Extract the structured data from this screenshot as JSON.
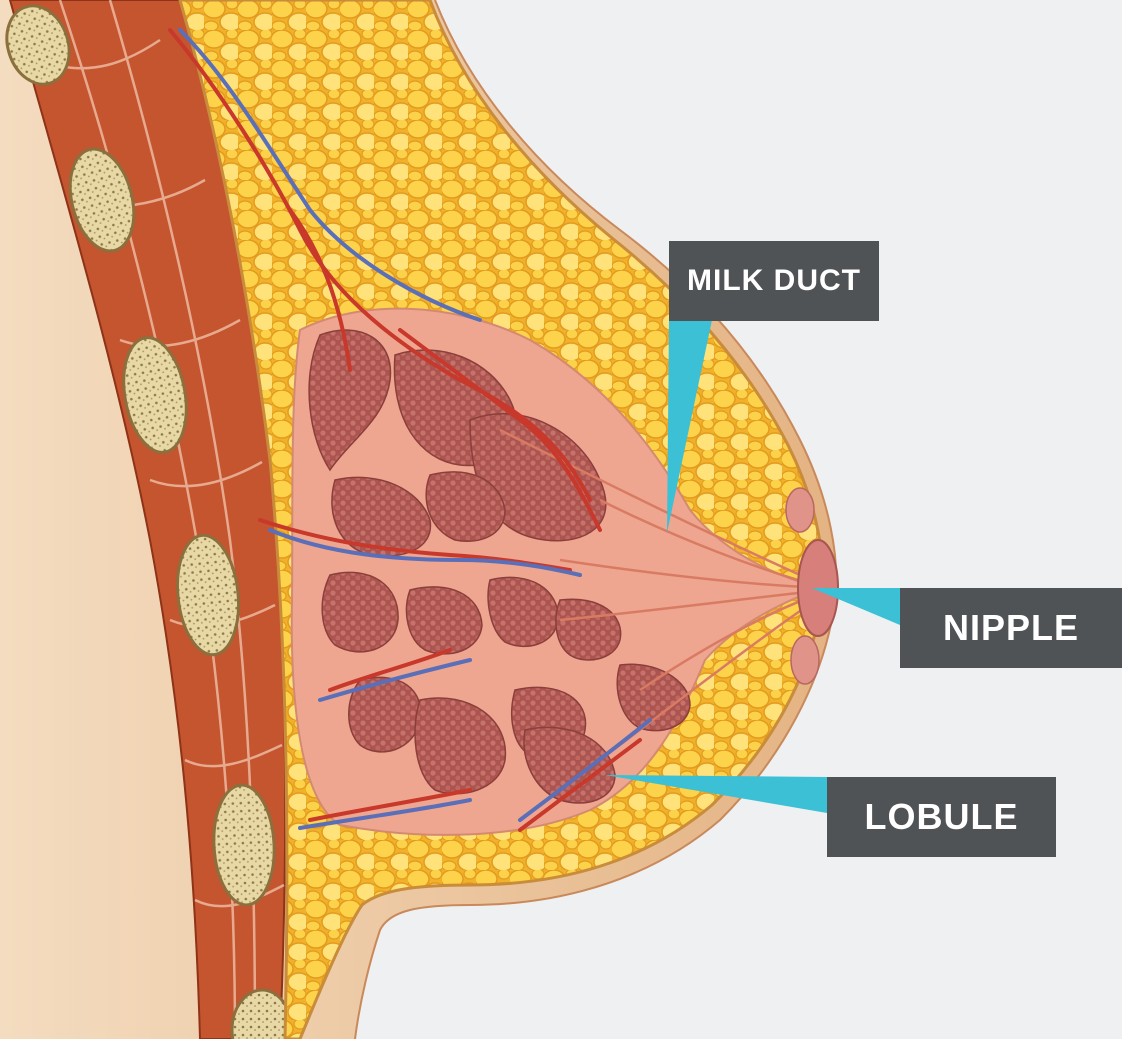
{
  "figure": {
    "subject": "cross-section anatomy illustration",
    "colors": {
      "background": "#eef0f2",
      "skin": "#e2b07f",
      "skin_light": "#f1d4b0",
      "muscle": "#c4552f",
      "rib_bone": "#e6d5a2",
      "fat": "#f2b92c",
      "fat_light": "#ffe27a",
      "gland_tissue": "#e9a48f",
      "lobule": "#b15a55",
      "artery": "#c8382b",
      "vein": "#5a6fb8",
      "pointer": "#3cc0d6",
      "label_bg": "#505356",
      "label_text": "#ffffff"
    }
  },
  "labels": {
    "milk_duct": "MILK DUCT",
    "nipple": "NIPPLE",
    "lobule": "LOBULE"
  }
}
